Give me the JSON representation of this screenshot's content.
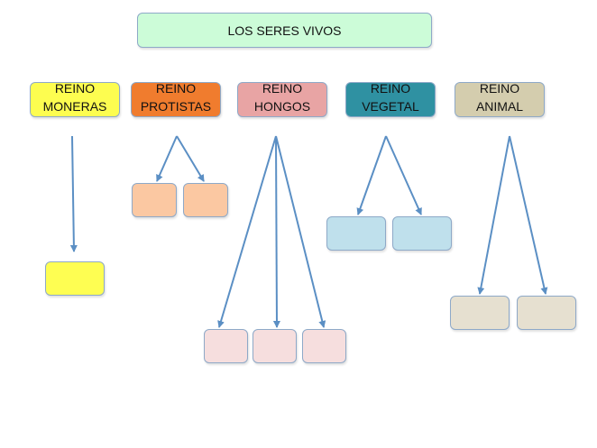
{
  "title": {
    "label": "LOS SERES VIVOS",
    "color": "#ccfcd8"
  },
  "kingdoms": [
    {
      "label": "REINO\nMONERAS",
      "color": "#fdfd50",
      "child_color": "#fefe52",
      "children": 1
    },
    {
      "label": "REINO\nPROTISTAS",
      "color": "#f07c2e",
      "child_color": "#fbc8a2",
      "children": 2
    },
    {
      "label": "REINO\nHONGOS",
      "color": "#e8a4a4",
      "child_color": "#f6dede",
      "children": 3
    },
    {
      "label": "REINO\nVEGETAL",
      "color": "#2f91a2",
      "child_color": "#bfe0ec",
      "children": 2
    },
    {
      "label": "REINO\nANIMAL",
      "color": "#d4cdae",
      "child_color": "#e6e0d0",
      "children": 2
    }
  ],
  "colors": {
    "arrow": "#5b8fc4",
    "border": "#8ea9c8"
  }
}
